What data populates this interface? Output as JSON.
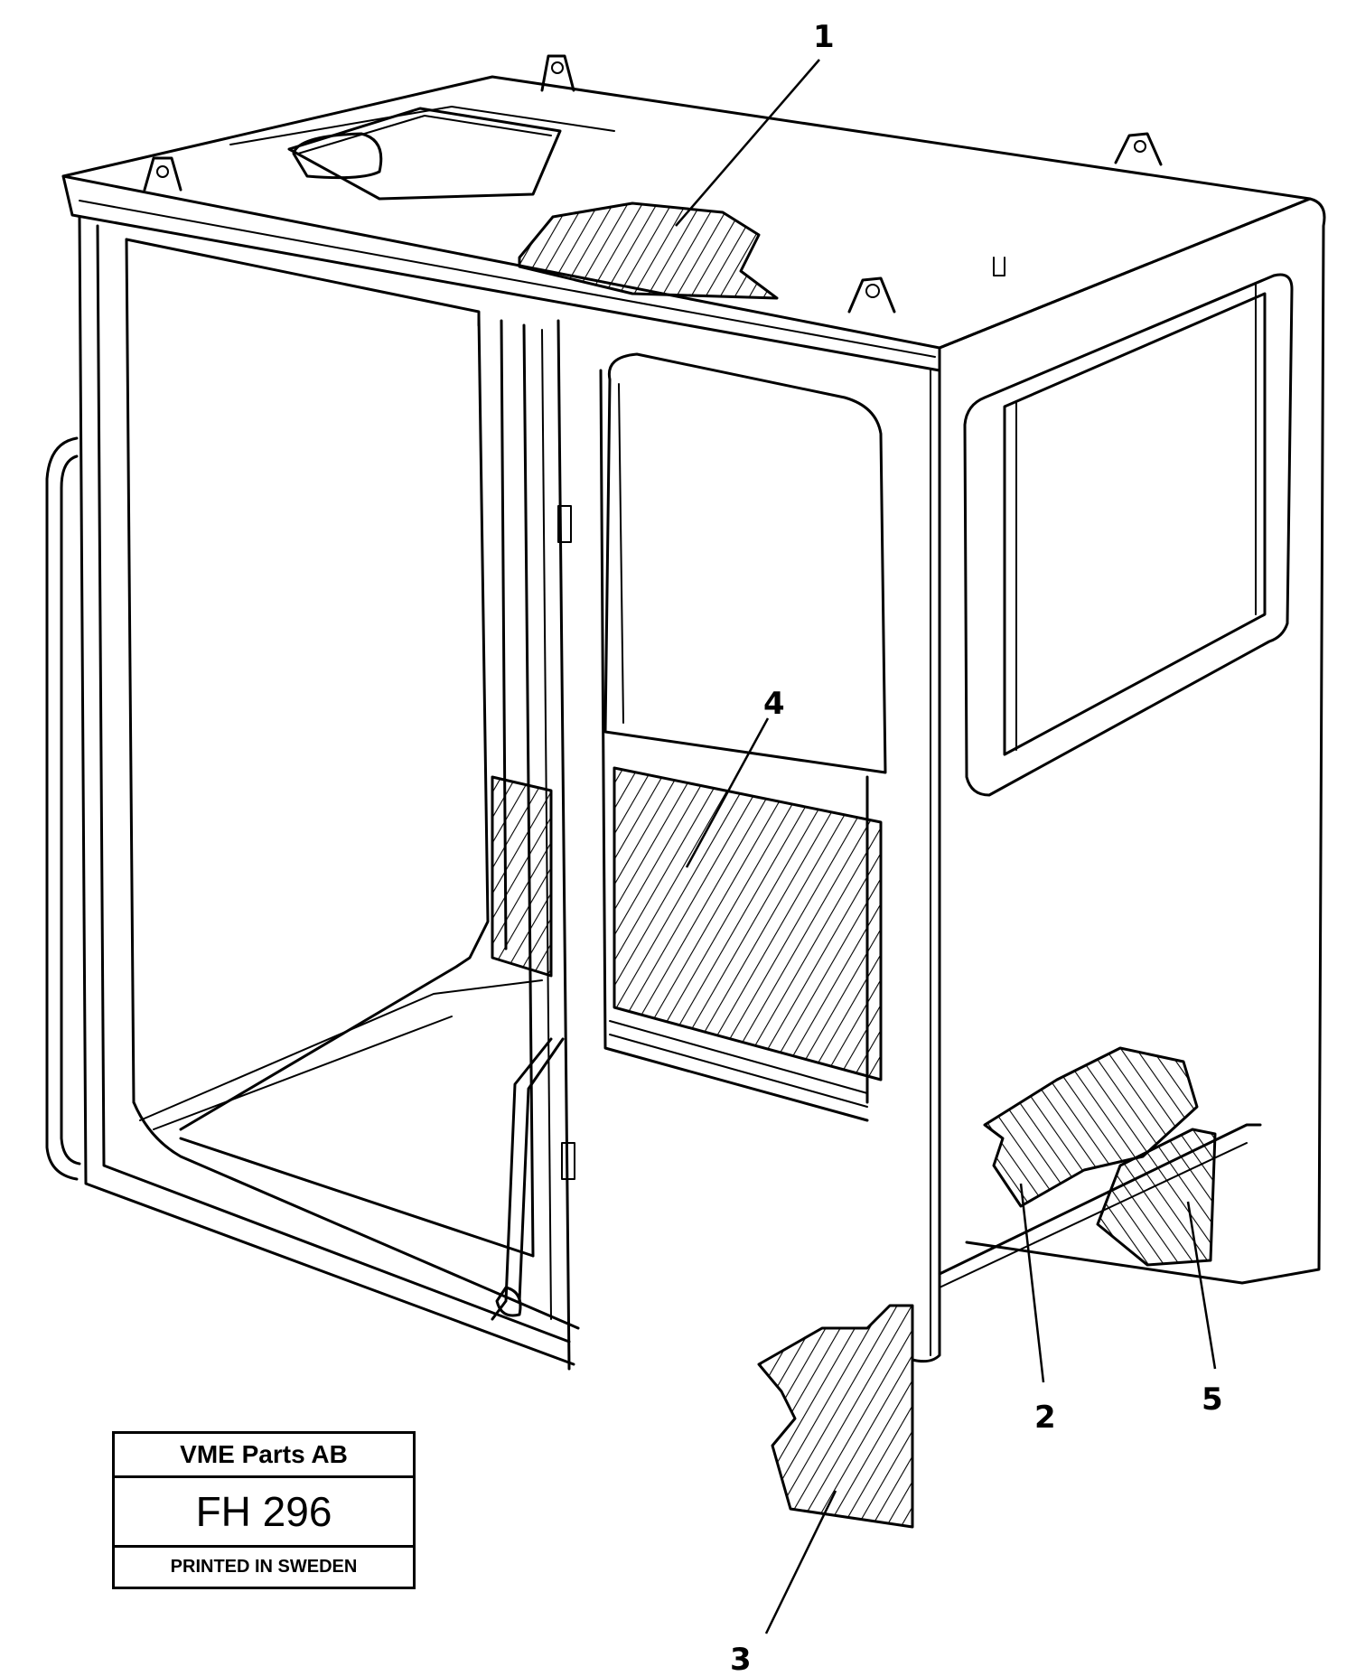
{
  "callouts": [
    {
      "id": "1",
      "label": "1"
    },
    {
      "id": "2",
      "label": "2"
    },
    {
      "id": "3",
      "label": "3"
    },
    {
      "id": "4",
      "label": "4"
    },
    {
      "id": "5",
      "label": "5"
    }
  ],
  "title_block": {
    "company": "VME Parts AB",
    "code": "FH 296",
    "printed": "PRINTED IN SWEDEN"
  }
}
